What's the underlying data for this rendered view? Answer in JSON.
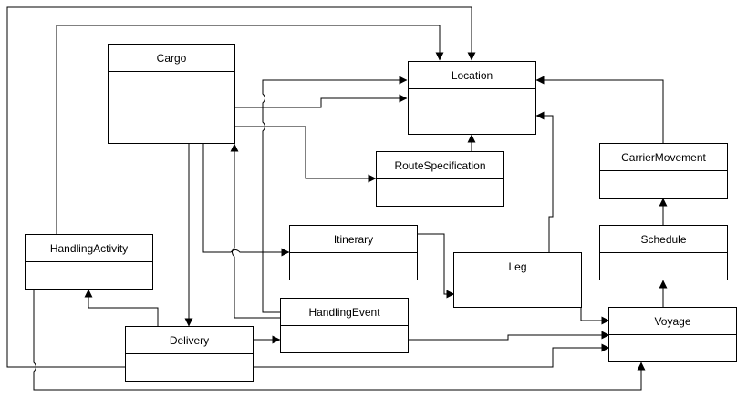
{
  "classes": {
    "cargo": "Cargo",
    "location": "Location",
    "route_specification": "RouteSpecification",
    "carrier_movement": "CarrierMovement",
    "schedule": "Schedule",
    "handling_activity": "HandlingActivity",
    "itinerary": "Itinerary",
    "leg": "Leg",
    "handling_event": "HandlingEvent",
    "delivery": "Delivery",
    "voyage": "Voyage"
  },
  "style": {
    "line_color": "#000000",
    "box_fill": "#ffffff"
  }
}
